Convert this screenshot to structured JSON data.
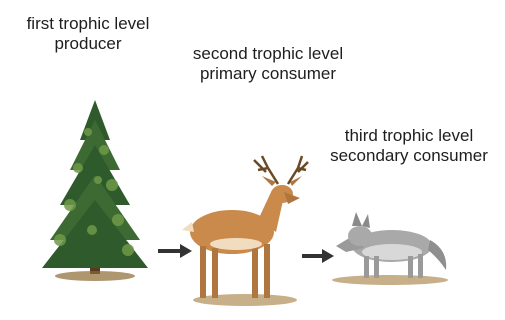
{
  "levels": [
    {
      "level": "first trophic level",
      "role": "producer"
    },
    {
      "level": "second trophic level",
      "role": "primary consumer"
    },
    {
      "level": "third trophic level",
      "role": "secondary consumer"
    }
  ],
  "organisms": [
    {
      "icon": "pine-tree-icon"
    },
    {
      "icon": "deer-icon"
    },
    {
      "icon": "wolf-icon"
    }
  ],
  "colors": {
    "tree_dark": "#2f5a2c",
    "tree_light": "#6f9a48",
    "deer": "#c98a4b",
    "wolf": "#a9a9a9",
    "arrow": "#333333",
    "grass": "#a27a3a"
  }
}
